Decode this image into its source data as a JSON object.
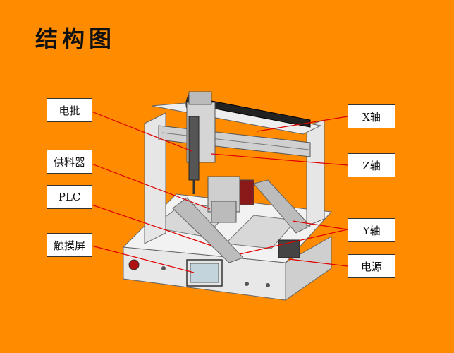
{
  "title": "结构图",
  "labels": {
    "screwdriver": "电批",
    "feeder": "供料器",
    "plc": "PLC",
    "touchscreen": "触摸屏",
    "x_axis": "X轴",
    "z_axis": "Z轴",
    "y_axis": "Y轴",
    "power": "电源"
  },
  "colors": {
    "background": "#ff8c00",
    "leader_line": "#e00000"
  }
}
